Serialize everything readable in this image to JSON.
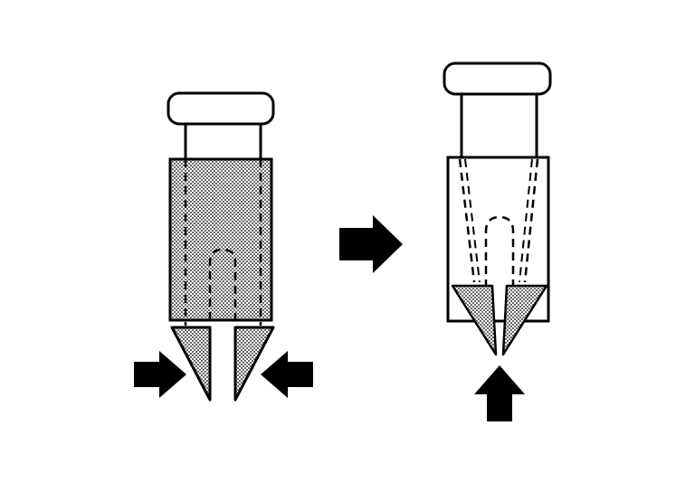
{
  "figure": {
    "description": "",
    "colors": {
      "stroke": "#000000",
      "fill": "#ffffff",
      "shade": "#9a9a9a",
      "arrow": "#000000"
    },
    "panels": [
      {
        "name": "clip-released-state",
        "state": "released"
      },
      {
        "name": "clip-installed-state",
        "state": "installed"
      }
    ],
    "icons": {
      "transition": "arrow-right-icon",
      "squeeze_left": "arrow-right-icon",
      "squeeze_right": "arrow-left-icon",
      "push_up": "arrow-up-icon"
    }
  }
}
